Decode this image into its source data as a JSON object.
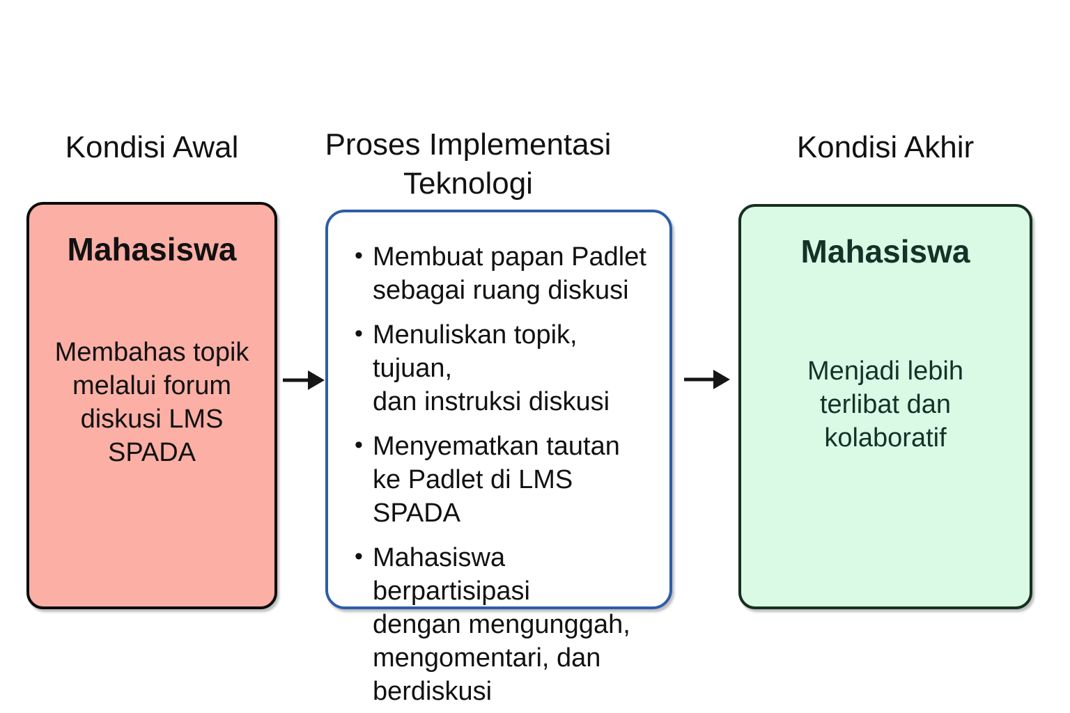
{
  "diagram": {
    "initial": {
      "heading": "Kondisi Awal",
      "box_title": "Mahasiswa",
      "box_body": "Membahas topik\nmelalui forum\ndiskusi LMS\nSPADA"
    },
    "process": {
      "heading": "Proses Implementasi\nTeknologi",
      "items": [
        "Membuat papan Padlet\nsebagai ruang diskusi",
        "Menuliskan topik, tujuan,\ndan instruksi diskusi",
        "Menyematkan tautan\nke Padlet di LMS SPADA",
        "Mahasiswa berpartisipasi\ndengan mengunggah,\nmengomentari, dan\nberdiskusi"
      ]
    },
    "final": {
      "heading": "Kondisi Akhir",
      "box_title": "Mahasiswa",
      "box_body": "Menjadi lebih\nterlibat dan\nkolaboratif"
    }
  },
  "colors": {
    "pink_fill": "#fbafa5",
    "pink_border": "#0b0b0b",
    "process_border": "#2d5da9",
    "green_fill": "#dbfae5",
    "green_border": "#16301f",
    "green_text": "#143227",
    "text_black": "#111111",
    "bg": "#ffffff"
  }
}
